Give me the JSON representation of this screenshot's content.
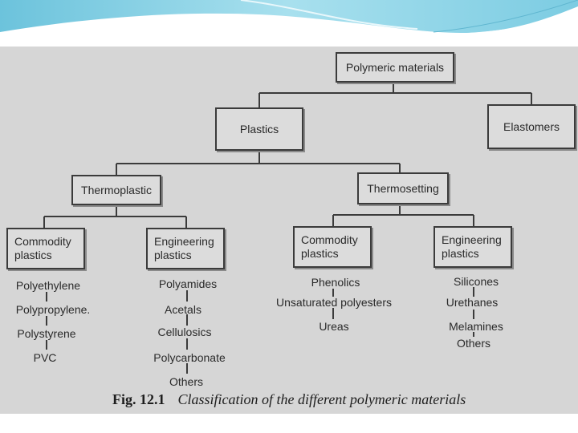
{
  "nodes": {
    "root": "Polymeric materials",
    "plastics": "Plastics",
    "elastomers": "Elastomers",
    "thermoplastic": "Thermoplastic",
    "thermosetting": "Thermosetting",
    "tp_commodity": "Commodity plastics",
    "tp_engineering": "Engineering plastics",
    "ts_commodity": "Commodity plastics",
    "ts_engineering": "Engineering plastics"
  },
  "leaves": {
    "tp_commodity": [
      "Polyethylene",
      "Polypropylene.",
      "Polystyrene",
      "PVC"
    ],
    "tp_engineering": [
      "Polyamides",
      "Acetals",
      "Cellulosics",
      "Polycarbonate",
      "Others"
    ],
    "ts_commodity": [
      "Phenolics",
      "Unsaturated polyesters",
      "Ureas"
    ],
    "ts_engineering": [
      "Silicones",
      "Urethanes",
      "Melamines",
      "Others"
    ]
  },
  "caption": {
    "number": "Fig. 12.1",
    "text": "Classification of the different polymeric materials"
  },
  "colors": {
    "scan_background": "#d6d6d6",
    "ink": "#2a2a2a",
    "banner_sky": "#8fd3e6"
  }
}
